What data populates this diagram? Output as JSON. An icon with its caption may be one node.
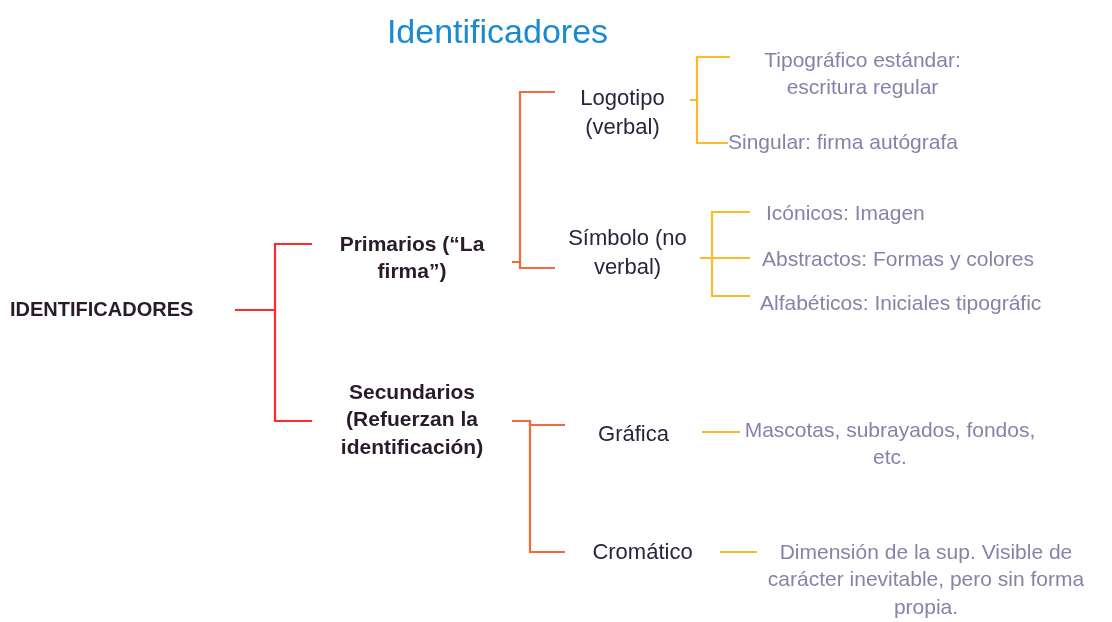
{
  "diagram": {
    "title": "Identificadores",
    "nodes": [
      {
        "text": [
          "IDENTIFICADORES"
        ]
      },
      {
        "text": [
          "Primarios (“La firma”)"
        ]
      },
      {
        "text": [
          "Secundarios (Refuerzan la identificación)"
        ]
      },
      {
        "text": [
          "Logotipo (verbal)"
        ]
      },
      {
        "text": [
          "Símbolo (no verbal)"
        ]
      },
      {
        "text": [
          "Tipográfico estándar: escritura regular"
        ]
      },
      {
        "text": [
          "Singular: firma autógrafa"
        ]
      },
      {
        "text": [
          "Icónicos:  Imagen"
        ]
      },
      {
        "text": [
          "Abstractos: Formas y colores"
        ]
      },
      {
        "text": [
          "Alfabéticos: Iniciales tipográfic"
        ]
      },
      {
        "text": [
          "Gráfica"
        ]
      },
      {
        "text": [
          "Mascotas,  subrayados, fondos, etc."
        ]
      },
      {
        "text": [
          "Cromático"
        ]
      },
      {
        "text": [
          "Dimensión de la sup. Visible de carácter inevitable, pero sin forma propia."
        ]
      }
    ],
    "edges": [
      {
        "from": 0,
        "to": 1,
        "arrow": "none",
        "color": "#ff2a2a"
      },
      {
        "from": 0,
        "to": 2,
        "arrow": "none",
        "color": "#ff2a2a"
      },
      {
        "from": 1,
        "to": 3,
        "arrow": "none",
        "color": "#f26a3c"
      },
      {
        "from": 1,
        "to": 4,
        "arrow": "none",
        "color": "#f26a3c"
      },
      {
        "from": 3,
        "to": 5,
        "arrow": "none"
      },
      {
        "from": 3,
        "to": 6,
        "arrow": "none"
      },
      {
        "from": 4,
        "to": 7,
        "arrow": "none"
      },
      {
        "from": 4,
        "to": 8,
        "arrow": "none"
      },
      {
        "from": 4,
        "to": 9,
        "arrow": "none"
      },
      {
        "from": 2,
        "to": 10,
        "arrow": "none",
        "color": "#f26a3c"
      },
      {
        "from": 2,
        "to": 12,
        "arrow": "none",
        "color": "#f26a3c"
      },
      {
        "from": 10,
        "to": 11,
        "arrow": "none"
      },
      {
        "from": 12,
        "to": 13,
        "arrow": "none"
      }
    ]
  }
}
